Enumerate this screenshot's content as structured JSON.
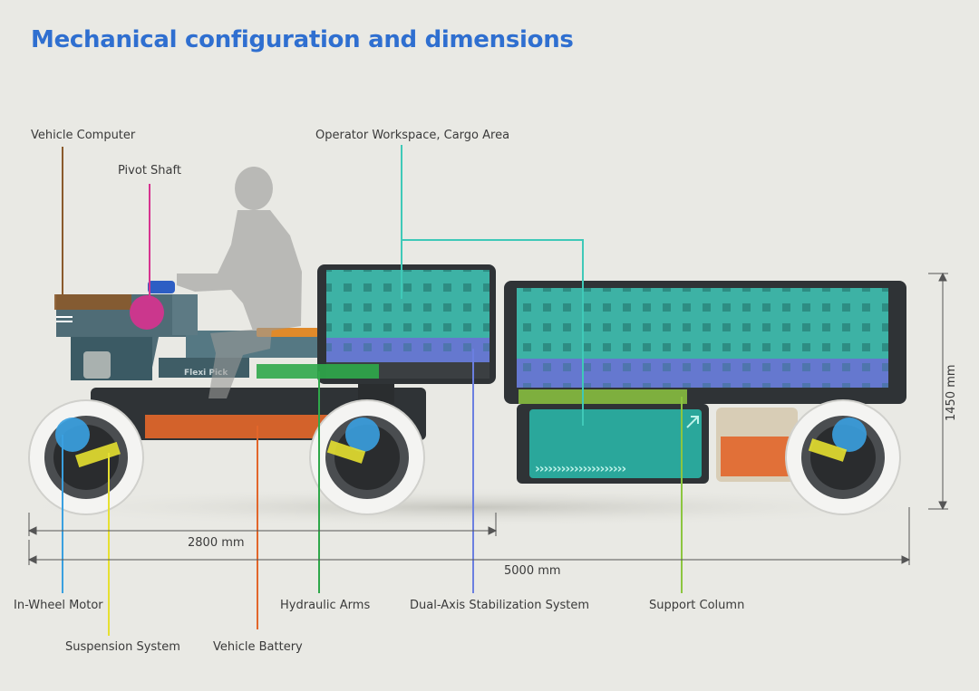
{
  "title": "Mechanical configuration and dimensions",
  "vehicle_badge": "Flexi Pick",
  "labels": {
    "vehicle_computer": "Vehicle Computer",
    "pivot_shaft": "Pivot Shaft",
    "operator_workspace": "Operator Workspace, Cargo Area",
    "in_wheel_motor": "In-Wheel Motor",
    "suspension_system": "Suspension System",
    "hydraulic_arms": "Hydraulic Arms",
    "vehicle_battery": "Vehicle Battery",
    "dual_axis": "Dual-Axis Stabilization System",
    "support_column": "Support Column"
  },
  "dimensions": {
    "wheelbase": "2800 mm",
    "length": "5000 mm",
    "height": "1450 mm"
  },
  "colors": {
    "title": "#2f6fd0",
    "vehicle_computer": "#8a5a2b",
    "pivot_shaft": "#d6338f",
    "operator_workspace": "#3fc9b8",
    "in_wheel_motor": "#3aa0e0",
    "suspension_system": "#e6e030",
    "hydraulic_arms": "#2fa84a",
    "vehicle_battery": "#e2662a",
    "dual_axis": "#6b7fe0",
    "support_column": "#8cc63f"
  }
}
